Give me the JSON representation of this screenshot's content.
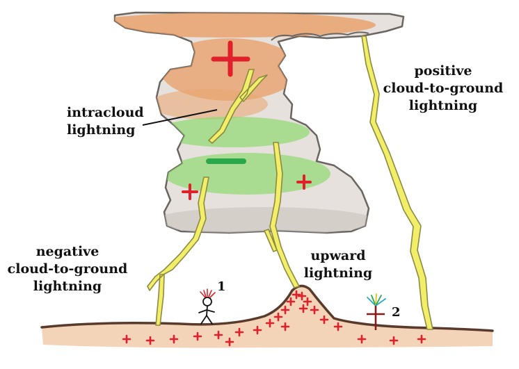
{
  "labels": {
    "intracloud": [
      "intracloud",
      "lightning"
    ],
    "positive": [
      "positive",
      "cloud-to-ground",
      "lightning"
    ],
    "negative": [
      "negative",
      "cloud-to-ground",
      "lightning"
    ],
    "upward": [
      "upward",
      "lightning"
    ],
    "marker_1": "1",
    "marker_2": "2"
  },
  "charges": {
    "upper_cloud": "+",
    "mid_cloud": "−",
    "lower_left": "+",
    "lower_right": "+"
  },
  "colors": {
    "positive_charge": "#e0202a",
    "negative_charge": "#2aa84a",
    "lightning_fill": "#f2ee6a",
    "lightning_stroke": "#8a8a40",
    "cloud_fill": "#e6e1dc",
    "cloud_outline": "#6a6560",
    "upper_tint": "#e89a60",
    "mid_tint": "#8fd870",
    "ground_fill": "#f0c9a8",
    "ground_line": "#5a3a2a"
  }
}
